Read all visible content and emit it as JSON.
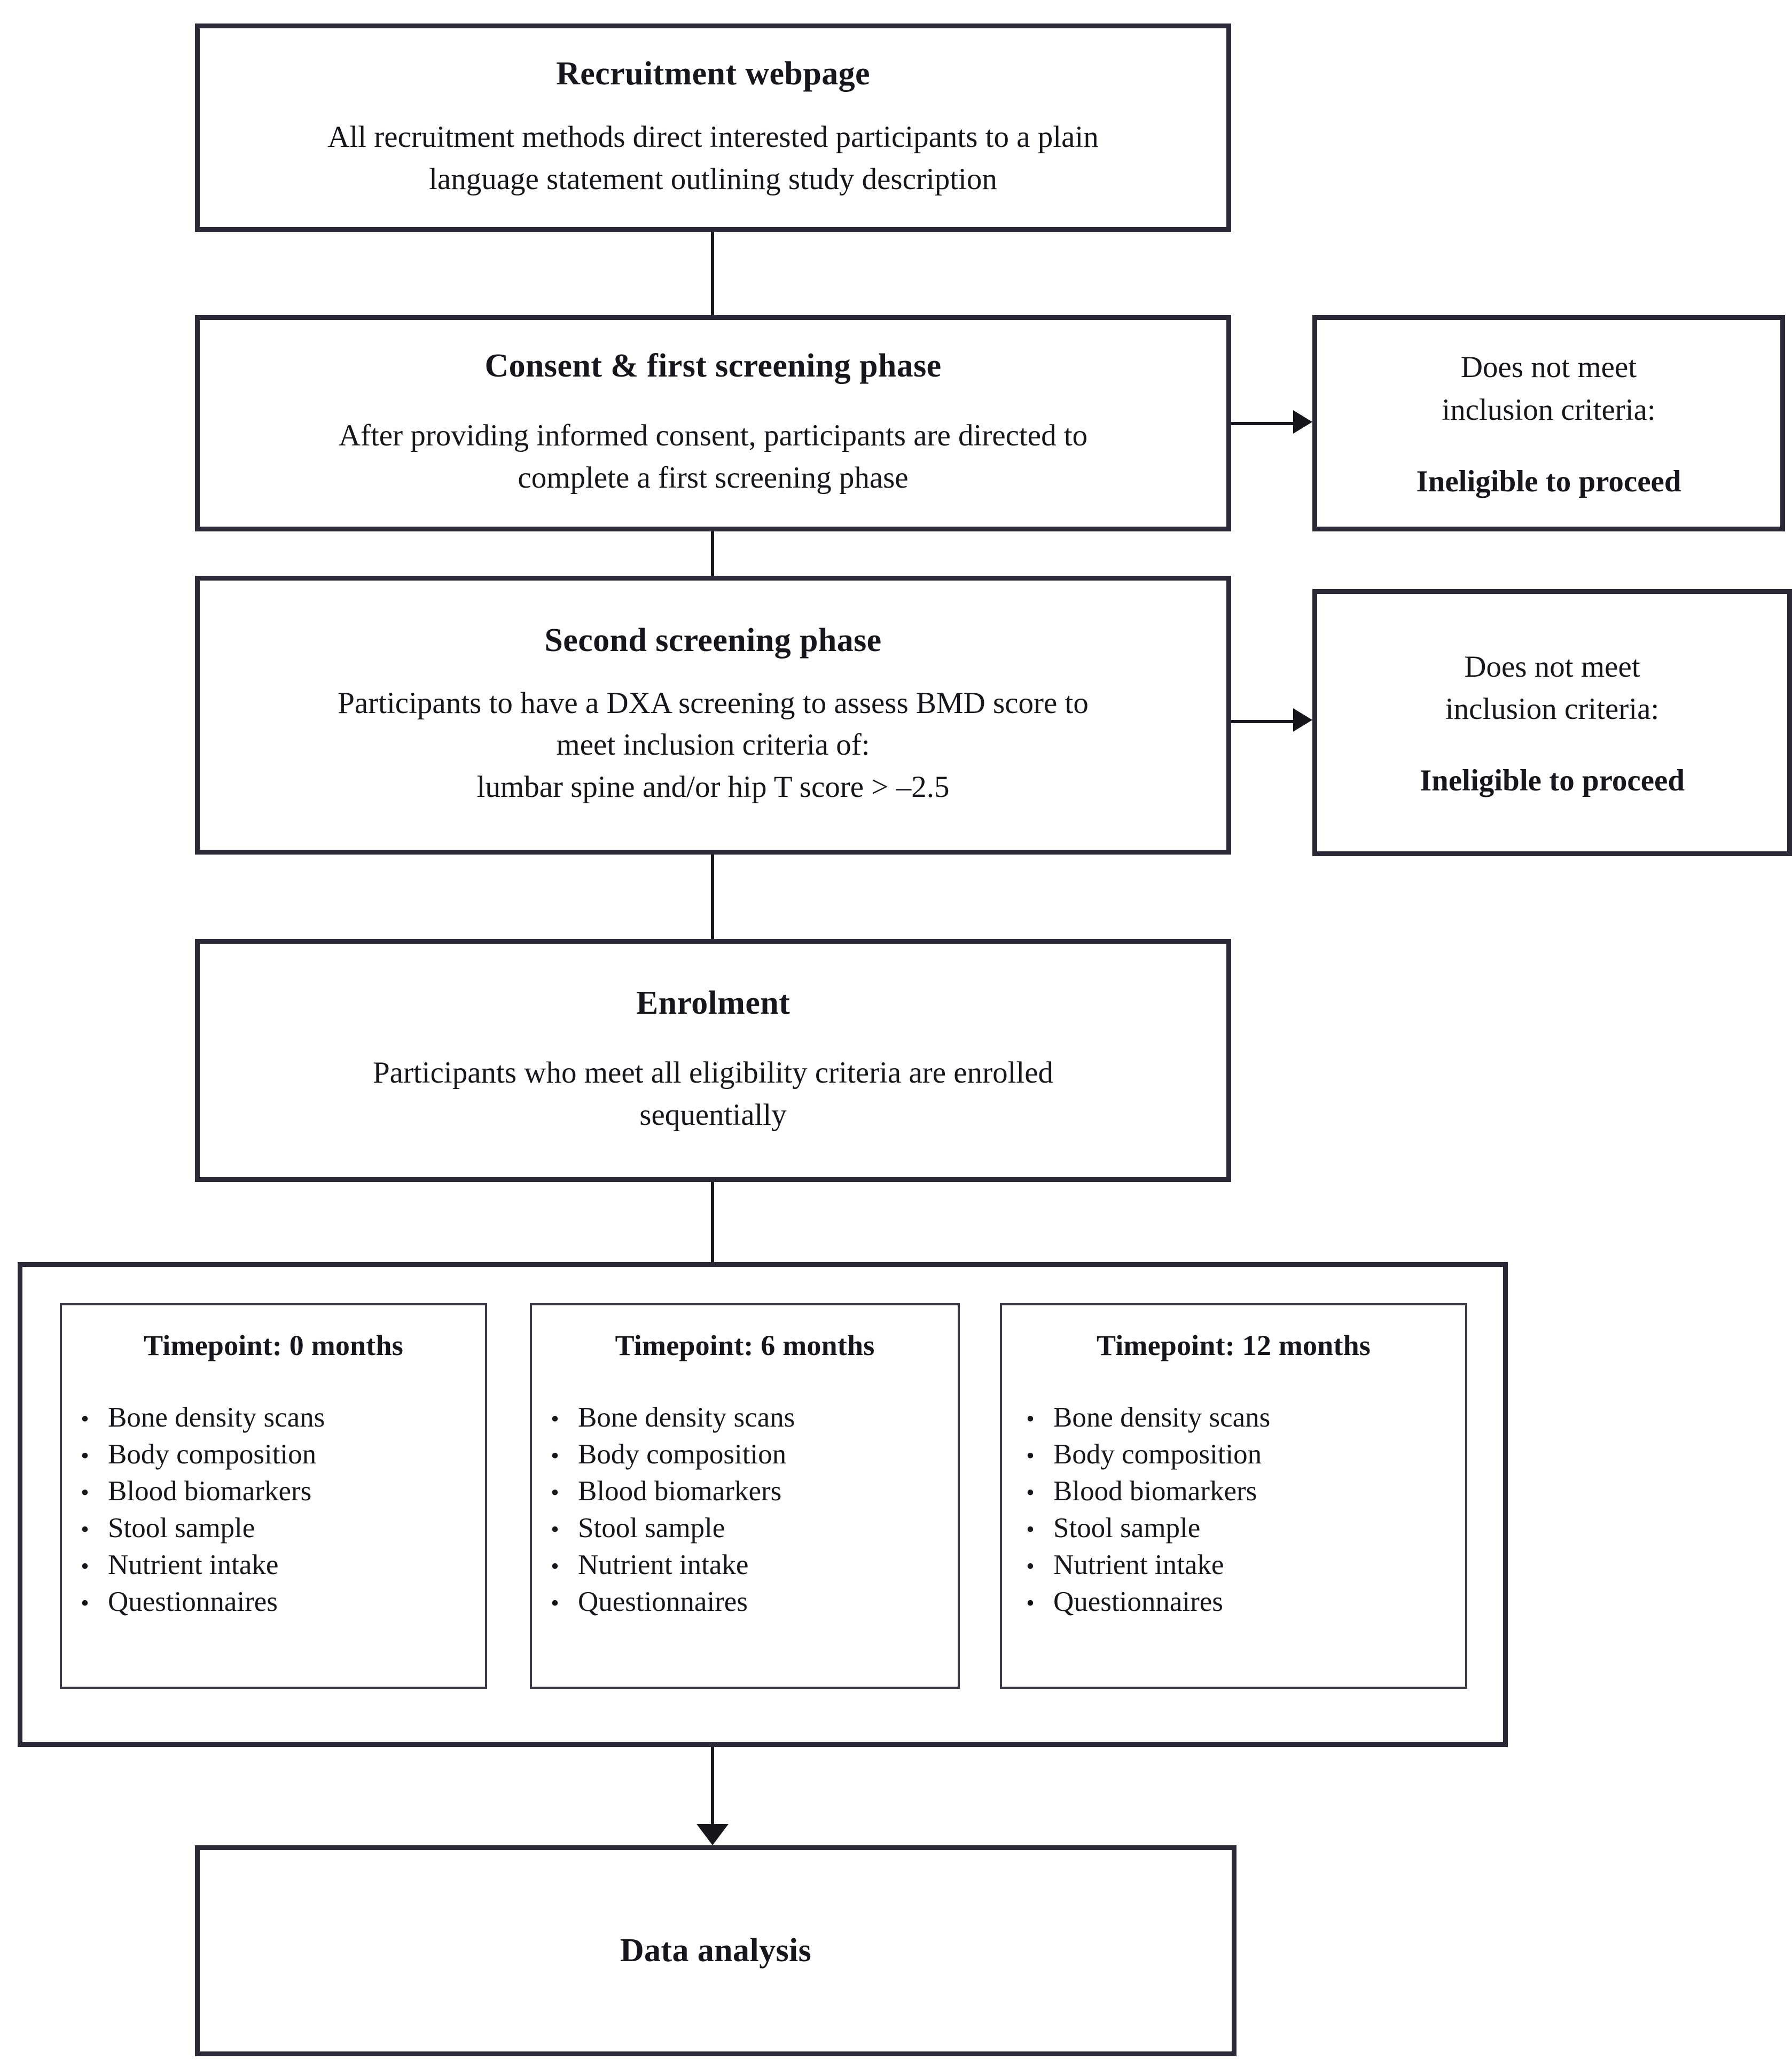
{
  "figure": {
    "type": "study-flow-diagram",
    "colors": {
      "border": "#2a2a38",
      "connector": "#16161d",
      "background": "#ffffff"
    }
  },
  "nodes": {
    "recruitment": {
      "title": "Recruitment webpage",
      "body_line_1": "All recruitment methods direct interested participants to a plain",
      "body_line_2": "language statement outlining study description"
    },
    "consent": {
      "title": "Consent & first screening phase",
      "body_line_1": "After providing informed consent, participants are directed to",
      "body_line_2": "complete a first screening phase"
    },
    "second_screening": {
      "title": "Second screening phase",
      "body_line_1": "Participants to have a DXA screening to assess BMD score to",
      "body_line_2": "meet inclusion criteria of:",
      "body_line_3": "lumbar spine and/or hip T score > –2.5"
    },
    "enrolment": {
      "title": "Enrolment",
      "body_line_1": "Participants who meet all eligibility criteria are enrolled",
      "body_line_2": "sequentially"
    },
    "ineligible_1": {
      "line_1": "Does not meet",
      "line_2": "inclusion criteria:",
      "emphasis": "Ineligible to proceed"
    },
    "ineligible_2": {
      "line_1": "Does not meet",
      "line_2": "inclusion criteria:",
      "emphasis": "Ineligible to proceed"
    },
    "data_analysis": {
      "title": "Data analysis"
    }
  },
  "timepoints": [
    {
      "title": "Timepoint: 0 months",
      "items": [
        "Bone density scans",
        "Body composition",
        "Blood biomarkers",
        "Stool sample",
        "Nutrient intake",
        "Questionnaires"
      ]
    },
    {
      "title": "Timepoint: 6 months",
      "items": [
        "Bone density scans",
        "Body composition",
        "Blood biomarkers",
        "Stool sample",
        "Nutrient intake",
        "Questionnaires"
      ]
    },
    {
      "title": "Timepoint: 12 months",
      "items": [
        "Bone density scans",
        "Body composition",
        "Blood biomarkers",
        "Stool sample",
        "Nutrient intake",
        "Questionnaires"
      ]
    }
  ],
  "bullet_glyph": "•"
}
